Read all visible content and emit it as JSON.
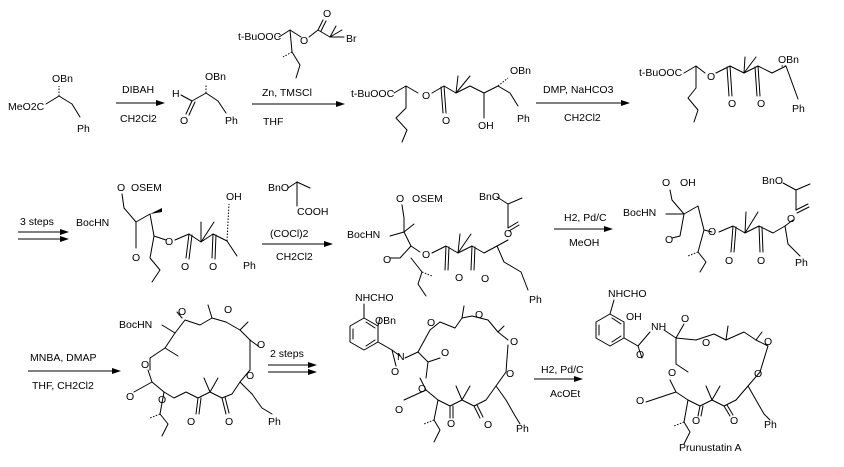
{
  "steps": [
    {
      "above": "DIBAH",
      "below": "CH2Cl2"
    },
    {
      "above": "Zn, TMSCl",
      "below": "THF"
    },
    {
      "above": "DMP, NaHCO3",
      "below": "CH2Cl2"
    },
    {
      "above": "3 steps",
      "below": ""
    },
    {
      "above": "(COCl)2",
      "below": "CH2Cl2"
    },
    {
      "above": "H2, Pd/C",
      "below": "MeOH"
    },
    {
      "above": "MNBA, DMAP",
      "below": "THF, CH2Cl2"
    },
    {
      "above": "2 steps",
      "below": ""
    },
    {
      "above": "H2, Pd/C",
      "below": "AcOEt"
    }
  ],
  "labels": {
    "obn": "OBn",
    "bno": "BnO",
    "meo2c": "MeO2C",
    "ph": "Ph",
    "h": "H",
    "o": "O",
    "oh": "OH",
    "br": "Br",
    "tbuooc": "t-BuOOC",
    "osem": "OSEM",
    "bochn": "BocHN",
    "bochn2": "BocHN",
    "cooh": "COOH",
    "nhcho": "NHCHO",
    "nh": "NH",
    "n": "N",
    "product": "Prunustatin A"
  }
}
